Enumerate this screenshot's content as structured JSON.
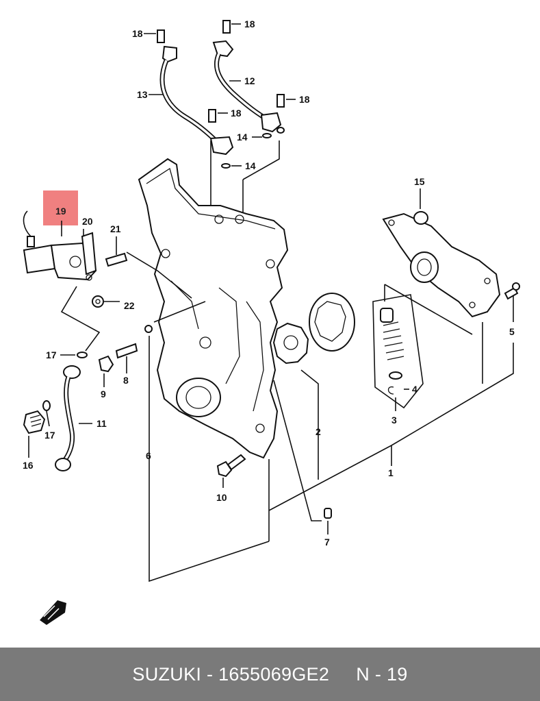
{
  "labels": {
    "l1": "1",
    "l2": "2",
    "l3": "3",
    "l4": "4",
    "l5": "5",
    "l6": "6",
    "l7": "7",
    "l8": "8",
    "l9": "9",
    "l10": "10",
    "l11": "11",
    "l12": "12",
    "l13": "13",
    "l14a": "14",
    "l14b": "14",
    "l15": "15",
    "l16": "16",
    "l17a": "17",
    "l17b": "17",
    "l18a": "18",
    "l18b": "18",
    "l18c": "18",
    "l18d": "18",
    "l19": "19",
    "l20": "20",
    "l21": "21",
    "l22": "22"
  },
  "highlight": {
    "part": "19",
    "color": "#f08080"
  },
  "footer": {
    "text": "SUZUKI - 1655069GE2     N - 19",
    "background": "#7a7a7a",
    "text_color": "#ffffff"
  }
}
